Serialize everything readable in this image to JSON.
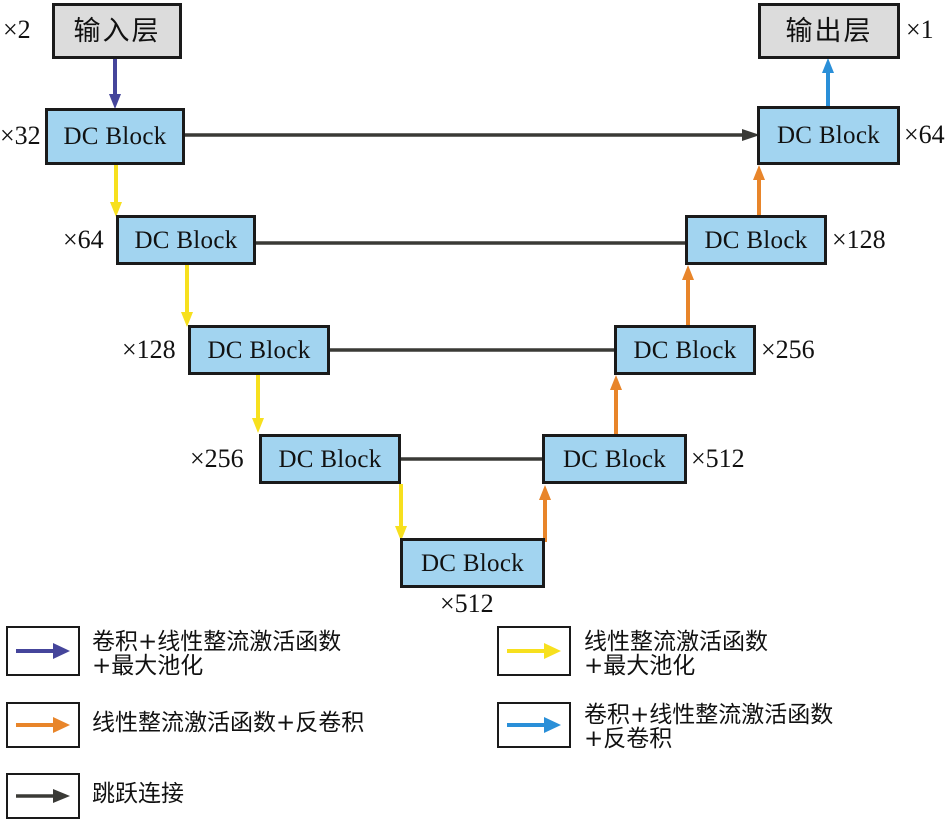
{
  "diagram": {
    "title": "U-Net style encoder-decoder architecture with DC Blocks",
    "block_label": "DC Block",
    "input_layer_label": "输入层",
    "output_layer_label": "输出层",
    "colors": {
      "block_fill": "#a2d4f0",
      "io_fill": "#dcdcdc",
      "outline": "#1a1a1a",
      "conv_relu_maxpool": "#45459b",
      "relu_deconv": "#e8852a",
      "relu_maxpool": "#f7e01e",
      "conv_relu_deconv": "#2a8fd8",
      "skip_connection": "#3a3a36"
    },
    "nodes": [
      {
        "id": "input",
        "label": "输入层",
        "mult": "×2",
        "type": "io"
      },
      {
        "id": "enc1",
        "label": "DC Block",
        "mult": "×32",
        "type": "dc"
      },
      {
        "id": "enc2",
        "label": "DC Block",
        "mult": "×64",
        "type": "dc"
      },
      {
        "id": "enc3",
        "label": "DC Block",
        "mult": "×128",
        "type": "dc"
      },
      {
        "id": "enc4",
        "label": "DC Block",
        "mult": "×256",
        "type": "dc"
      },
      {
        "id": "bottom",
        "label": "DC Block",
        "mult": "×512",
        "type": "dc"
      },
      {
        "id": "dec4",
        "label": "DC Block",
        "mult": "×512",
        "type": "dc"
      },
      {
        "id": "dec3",
        "label": "DC Block",
        "mult": "×256",
        "type": "dc"
      },
      {
        "id": "dec2",
        "label": "DC Block",
        "mult": "×128",
        "type": "dc"
      },
      {
        "id": "dec1",
        "label": "DC Block",
        "mult": "×64",
        "type": "dc"
      },
      {
        "id": "output",
        "label": "输出层",
        "mult": "×1",
        "type": "io"
      }
    ],
    "multipliers": {
      "input": "×2",
      "enc1": "×32",
      "enc2": "×64",
      "enc3": "×128",
      "enc4": "×256",
      "bottom": "×512",
      "dec4": "×512",
      "dec3": "×256",
      "dec2": "×128",
      "dec1": "×64",
      "output": "×1"
    }
  },
  "legend": {
    "items": [
      {
        "id": "conv-relu-maxpool",
        "color": "#45459b",
        "text": "卷积+线性整流激活函数\n+最大池化"
      },
      {
        "id": "relu-maxpool",
        "color": "#f7e01e",
        "text": "线性整流激活函数\n+最大池化"
      },
      {
        "id": "relu-deconv",
        "color": "#e8852a",
        "text": "线性整流激活函数+反卷积"
      },
      {
        "id": "conv-relu-deconv",
        "color": "#2a8fd8",
        "text": "卷积+线性整流激活函数\n+反卷积"
      },
      {
        "id": "skip-connection",
        "color": "#3a3a36",
        "text": "跳跃连接"
      }
    ]
  }
}
